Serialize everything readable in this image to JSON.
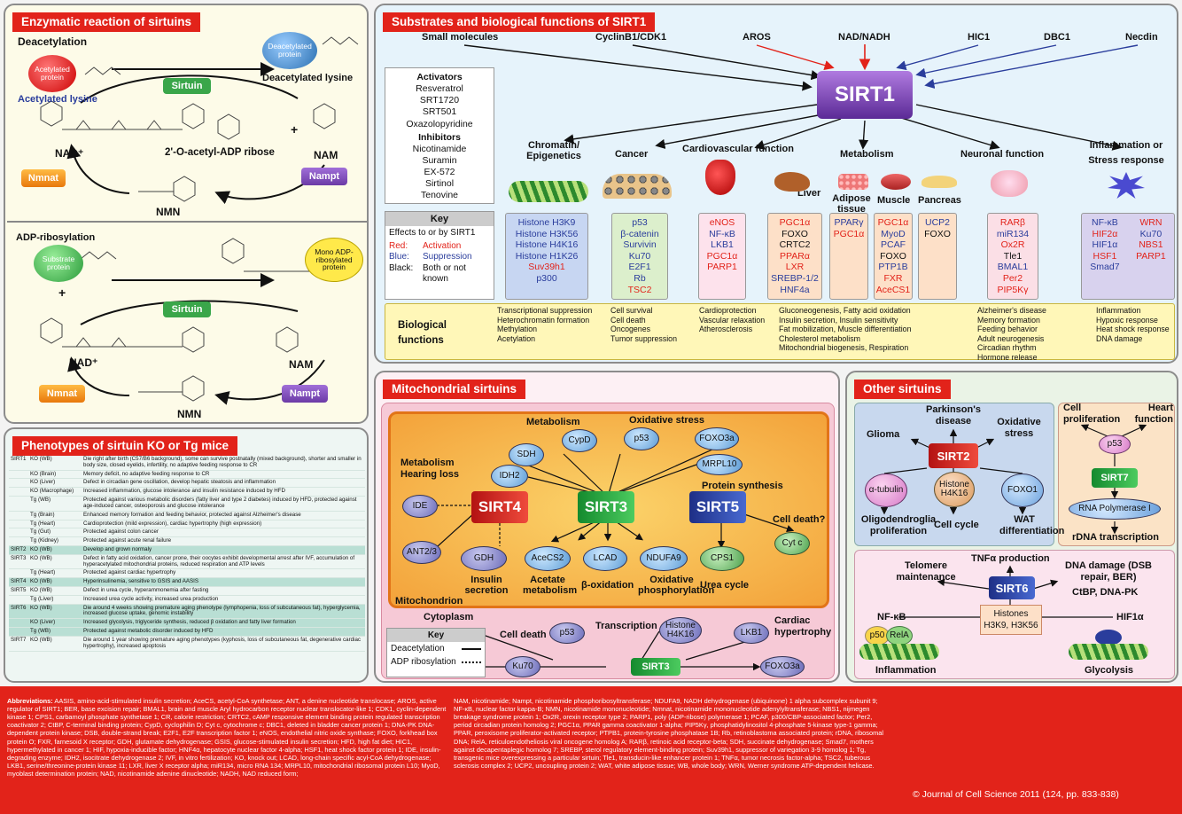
{
  "enzymatic": {
    "title": "Enzymatic reaction of sirtuins",
    "deacetylation": "Deacetylation",
    "acetylated_protein": "Acetylated protein",
    "acetylated_lysine": "Acetylated lysine",
    "deacetylated_protein": "Deacetylated protein",
    "deacetylated_lysine": "Deacetylated lysine",
    "sirtuin": "Sirtuin",
    "nad": "NAD⁺",
    "oaadpr": "2'-O-acetyl-ADP ribose",
    "nam": "NAM",
    "nmnat": "Nmnat",
    "nampt": "Nampt",
    "nmn": "NMN",
    "adp_ribosylation": "ADP-ribosylation",
    "substrate_protein": "Substrate protein",
    "mono_adp": "Mono ADP-ribosylated protein",
    "plus": "+",
    "plus2": "+"
  },
  "sirt1": {
    "title": "Substrates and biological functions of SIRT1",
    "center": "SIRT1",
    "inputs": [
      "Small molecules",
      "CyclinB1/CDK1",
      "AROS",
      "NAD/NADH",
      "HIC1",
      "DBC1",
      "Necdin"
    ],
    "activators_title": "Activators",
    "activators": [
      "Resveratrol",
      "SRT1720",
      "SRT501",
      "Oxazolopyridine"
    ],
    "inhibitors_title": "Inhibitors",
    "inhibitors": [
      "Nicotinamide",
      "Suramin",
      "EX-572",
      "Sirtinol",
      "Tenovine"
    ],
    "key_title": "Key",
    "key_effects": "Effects to or by SIRT1",
    "key_red": "Red:",
    "key_red_v": "Activation",
    "key_blue": "Blue:",
    "key_blue_v": "Suppression",
    "key_black": "Black:",
    "key_black_v": "Both or not known",
    "categories": [
      "Chromatin/ Epigenetics",
      "Cancer",
      "Cardiovascular function",
      "Metabolism",
      "Neuronal function",
      "Inflammation or Stress response"
    ],
    "organs": [
      "Liver",
      "Adipose tissue",
      "Muscle",
      "Pancreas"
    ],
    "chromatin": [
      {
        "t": "Histone H3K9",
        "c": "blue"
      },
      {
        "t": "Histone H3K56",
        "c": "blue"
      },
      {
        "t": "Histone H4K16",
        "c": "blue"
      },
      {
        "t": "Histone H1K26",
        "c": "blue"
      },
      {
        "t": "Suv39h1",
        "c": "red"
      },
      {
        "t": "p300",
        "c": "blue"
      }
    ],
    "cancer": [
      {
        "t": "p53",
        "c": "blue"
      },
      {
        "t": "β-catenin",
        "c": "blue"
      },
      {
        "t": "Survivin",
        "c": "blue"
      },
      {
        "t": "Ku70",
        "c": "blue"
      },
      {
        "t": "E2F1",
        "c": "blue"
      },
      {
        "t": "Rb",
        "c": "blue"
      },
      {
        "t": "TSC2",
        "c": "red"
      }
    ],
    "cardio": [
      {
        "t": "eNOS",
        "c": "red"
      },
      {
        "t": "NF-κB",
        "c": "blue"
      },
      {
        "t": "LKB1",
        "c": "blue"
      },
      {
        "t": "PGC1α",
        "c": "red"
      },
      {
        "t": "PARP1",
        "c": "red"
      }
    ],
    "liver": [
      {
        "t": "PGC1α",
        "c": "red"
      },
      {
        "t": "FOXO",
        "c": "blk"
      },
      {
        "t": "CRTC2",
        "c": "blk"
      },
      {
        "t": "PPARα",
        "c": "red"
      },
      {
        "t": "LXR",
        "c": "red"
      },
      {
        "t": "SREBP-1/2",
        "c": "blue"
      },
      {
        "t": "HNF4a",
        "c": "blue"
      }
    ],
    "adipose": [
      {
        "t": "PPARγ",
        "c": "blue"
      },
      {
        "t": "PGC1α",
        "c": "red"
      }
    ],
    "muscle": [
      {
        "t": "PGC1α",
        "c": "red"
      },
      {
        "t": "MyoD",
        "c": "blue"
      },
      {
        "t": "PCAF",
        "c": "blue"
      },
      {
        "t": "FOXO",
        "c": "blk"
      },
      {
        "t": "PTP1B",
        "c": "blue"
      },
      {
        "t": "FXR",
        "c": "red"
      },
      {
        "t": "AceCS1",
        "c": "red"
      }
    ],
    "pancreas": [
      {
        "t": "UCP2",
        "c": "blue"
      },
      {
        "t": "FOXO",
        "c": "blk"
      }
    ],
    "neuronal": [
      {
        "t": "RARβ",
        "c": "red"
      },
      {
        "t": "miR134",
        "c": "blue"
      },
      {
        "t": "Ox2R",
        "c": "red"
      },
      {
        "t": "Tle1",
        "c": "blk"
      },
      {
        "t": "BMAL1",
        "c": "blue"
      },
      {
        "t": "Per2",
        "c": "red"
      },
      {
        "t": "PIP5Kγ",
        "c": "red"
      }
    ],
    "inflam1": [
      {
        "t": "NF-κB",
        "c": "blue"
      },
      {
        "t": "HIF2α",
        "c": "red"
      },
      {
        "t": "HIF1α",
        "c": "blue"
      },
      {
        "t": "HSF1",
        "c": "red"
      },
      {
        "t": "Smad7",
        "c": "blue"
      }
    ],
    "inflam2": [
      {
        "t": "WRN",
        "c": "red"
      },
      {
        "t": "Ku70",
        "c": "blue"
      },
      {
        "t": "NBS1",
        "c": "red"
      },
      {
        "t": "PARP1",
        "c": "red"
      }
    ],
    "bio_title": "Biological functions",
    "bio": [
      [
        "Transcriptional suppression",
        "Heterochromatin formation",
        "Methylation",
        "Acetylation"
      ],
      [
        "Cell survival",
        "Cell death",
        "Oncogenes",
        "Tumor suppression"
      ],
      [
        "Cardioprotection",
        "Vascular relaxation",
        "Atherosclerosis"
      ],
      [
        "Gluconeogenesis, Fatty acid oxidation",
        "Insulin secretion, Insulin sensitivity",
        "Fat mobilization, Muscle differentiation",
        "Cholesterol metabolism",
        "Mitochondrial biogenesis, Respiration"
      ],
      [
        "Alzheimer's disease",
        "Memory formation",
        "Feeding behavior",
        "Adult neurogenesis",
        "Circadian rhythm",
        "Hormone release"
      ],
      [
        "Inflammation",
        "Hypoxic response",
        "Heat shock response",
        "DNA damage"
      ]
    ]
  },
  "phenotypes": {
    "title": "Phenotypes of sirtuin KO or Tg mice",
    "rows": [
      [
        "SIRT1",
        "KO (WB)",
        "Die right after birth (C57/B6 background), some can survive postnatally (mixed background), shorter and smaller in body size, closed eyelids, infertility, no adaptive feeding response to CR"
      ],
      [
        "",
        "KO (Brain)",
        "Memory deficit, no adaptive feeding response to CR"
      ],
      [
        "",
        "KO (Liver)",
        "Defect in circadian gene oscillation, develop hepatic steatosis and inflammation"
      ],
      [
        "",
        "KO (Macrophage)",
        "Increased inflammation, glucose intolerance and insulin resistance induced by HFD"
      ],
      [
        "",
        "Tg (WB)",
        "Protected against various metabolic disorders (fatty liver and type 2 diabetes) induced by HFD, protected against age-induced cancer, osteoporosis and glucose intolerance"
      ],
      [
        "",
        "Tg (Brain)",
        "Enhanced memory formation and feeding behavior, protected against Alzheimer's disease"
      ],
      [
        "",
        "Tg (Heart)",
        "Cardioprotection (mild expression), cardiac hypertrophy (high expression)"
      ],
      [
        "",
        "Tg (Gut)",
        "Protected against colon cancer"
      ],
      [
        "",
        "Tg (Kidney)",
        "Protected against acute renal failure"
      ],
      [
        "SIRT2",
        "KO (WB)",
        "Develop and grown normaly"
      ],
      [
        "SIRT3",
        "KO (WB)",
        "Defect in fatty acid oxidation, cancer prone, their oocytes exhibit developmental arrest after IVF, accumulation of hyperacetylated mitochondrial proteins, reduced respiration and ATP levels"
      ],
      [
        "",
        "Tg (Heart)",
        "Protected against cardiac hypertrophy"
      ],
      [
        "SIRT4",
        "KO (WB)",
        "Hyperinsulinemia, sensitive to GSIS and AASIS"
      ],
      [
        "SIRT5",
        "KO (WB)",
        "Defect in urea cycle, hyperammonemia after fasting"
      ],
      [
        "",
        "Tg (Liver)",
        "Increased urea cycle activity, increased urea production"
      ],
      [
        "SIRT6",
        "KO (WB)",
        "Die around 4 weeks showing premature aging phenotype (lymphopenia, loss of subcutaneous fat), hyperglycemia, increased glucose uptake, genomic instability"
      ],
      [
        "",
        "KO (Liver)",
        "Increased glycolysis, triglyceride synthesis, reduced β oxidation and fatty liver formation"
      ],
      [
        "",
        "Tg (WB)",
        "Protected against metabolic disorder induced by HFD"
      ],
      [
        "SIRT7",
        "KO (WB)",
        "Die around 1 year showing premature aging phenotypes (kyphosis, loss of subcutaneous fat, degenerative cardiac hypertrophy), increased apoptosis"
      ]
    ]
  },
  "mito": {
    "title": "Mitochondrial sirtuins",
    "sirt3": "SIRT3",
    "sirt4": "SIRT4",
    "sirt5": "SIRT5",
    "metabolism": "Metabolism",
    "oxidative_stress": "Oxidative stress",
    "metab_hearing": "Metabolism Hearing loss",
    "protein_synthesis": "Protein synthesis",
    "cell_death_q": "Cell death?",
    "ovals": [
      "SDH",
      "CypD",
      "p53",
      "FOXO3a",
      "MRPL10",
      "IDH2",
      "IDE",
      "ANT2/3",
      "GDH",
      "AceCS2",
      "LCAD",
      "NDUFA9",
      "CPS1",
      "Cyt c"
    ],
    "outcomes": [
      "Insulin secretion",
      "Acetate metabolism",
      "β-oxidation",
      "Oxidative phosphorylation",
      "Urea cycle"
    ],
    "mitochondrion": "Mitochondrion",
    "cytoplasm": "Cytoplasm",
    "key_title": "Key",
    "key_deacet": "Deacetylation",
    "key_adp": "ADP ribosylation",
    "cyto_sirt3": "SIRT3",
    "cell_death": "Cell death",
    "transcription": "Transcription",
    "cardiac": "Cardiac hypertrophy",
    "cyto_ovals": [
      "p53",
      "Histone H4K16",
      "LKB1",
      "Ku70",
      "FOXO3a"
    ]
  },
  "other": {
    "title": "Other sirtuins",
    "sirt2": "SIRT2",
    "parkinson": "Parkinson's disease",
    "glioma": "Glioma",
    "oxstress": "Oxidative stress",
    "s2_ovals": [
      "α-tubulin",
      "Histone H4K16",
      "FOXO1"
    ],
    "s2_out": [
      "Oligodendroglia proliferation",
      "Cell cycle",
      "WAT differentiation"
    ],
    "sirt7": "SIRT7",
    "cell_prolif": "Cell proliferation",
    "heart_func": "Heart function",
    "p53": "p53",
    "rnapol": "RNA Polymerase I",
    "rdna": "rDNA transcription",
    "sirt6": "SIRT6",
    "tnfa": "TNFα production",
    "telomere": "Telomere maintenance",
    "dna_damage": "DNA damage (DSB repair, BER)",
    "ctbp": "CtBP, DNA-PK",
    "histones": "Histones H3K9, H3K56",
    "nfkb": "NF-κB",
    "hif1a": "HIF1α",
    "p50": "p50",
    "rela": "RelA",
    "inflammation": "Inflammation",
    "glycolysis": "Glycolysis"
  },
  "footer": {
    "abbr_label": "Abbreviations:",
    "abbr1": " AASIS, amino-acid-stimulated insulin secretion; AceCS, acetyl-CoA synthetase; ANT, a denine nucleotide translocase; AROS, active regulator of SIRT1; BER, base excision repair; BMAL1, brain and muscle Aryl hydrocarbon receptor nuclear translocator-like 1; CDK1, cyclin-dependent kinase 1; CPS1, carbamoyl phosphate synthetase 1; CR, calorie restriction; CRTC2, cAMP responsive element binding protein regulated transcription coactivator 2; CtBP, C-terminal binding protein; CypD, cyclophilin D; Cyt c, cytochrome c; DBC1, deleted in bladder cancer protein 1; DNA-PK DNA-dependent protein kinase; DSB, double-strand break; E2F1, E2F transcription factor 1; eNOS, endothelial nitric oxide synthase; FOXO, forkhead box protein O; FXR, farnesoid X receptor; GDH, glutamate dehydrogenase; GSIS, glucose-stimulated insulin secretion; HFD, high fat diet; HIC1, hypermethylated in cancer 1; HIF, hypoxia-inducible factor; HNF4α, hepatocyte nuclear factor 4-alpha; HSF1, heat shock factor protein 1; IDE, insulin-degrading enzyme; IDH2, isocitrate dehydrogenase 2; IVF, in vitro fertilization; KO, knock out; LCAD, long-chain specific acyl-CoA dehydrogenase; LKB1, serine/threonine-protein kinase 11; LXR, liver X receptor alpha; miR134, micro RNA 134; MRPL10, mitochondrial ribosomal protein L10; MyoD, myoblast determination protein; NAD, nicotinamide adenine dinucleotide; NADH, NAD reduced form;",
    "abbr2": "NAM, nicotinamide; Nampt, nicotinamide phosphoribosyltransferase; NDUFA9, NADH dehydrogenase (ubiquinone) 1 alpha subcomplex subunit 9; NF-κB, nuclear factor kappa-B; NMN, nicotinamide mononucleotide; Nmnat, nicotinamide mononucleotide adenylyltransferase; NBS1, nijmegen breakage syndrome protein 1; Ox2R, orexin receptor type 2; PARP1, poly (ADP-ribose) polymerase 1; PCAF, p300/CBP-associated factor; Per2, period circadian protein homolog 2; PGC1α, PPAR gamma coactivator 1-alpha; PIP5Kγ, phosphatidylinositol 4-phosphate 5-kinase type-1 gamma; PPAR, peroxisome proliferator-activated receptor; PTPB1, protein-tyrosine phosphatase 1B; Rb, retinoblastoma associated protein; rDNA, ribosomal DNA; RelA, reticuloendotheliosis viral oncogene homolog A; RARβ, retinoic acid receptor-beta; SDH, succinate dehydrogenase; Smad7, mothers against decapentaplegic homolog 7; SREBP, sterol regulatory element-binding protein; Suv39h1, suppressor of variegation 3-9 homolog 1; Tg, transgenic mice overexpressing a particular sirtuin; Tle1, transducin-like enhancer protein 1; TNFα, tumor necrosis factor-alpha; TSC2, tuberous sclerosis complex 2; UCP2, uncoupling protein 2; WAT, white adipose tissue; WB, whole body; WRN, Werner syndrome ATP-dependent helicase.",
    "copyright": "© Journal of Cell Science 2011 (124, pp. 833-838)"
  }
}
